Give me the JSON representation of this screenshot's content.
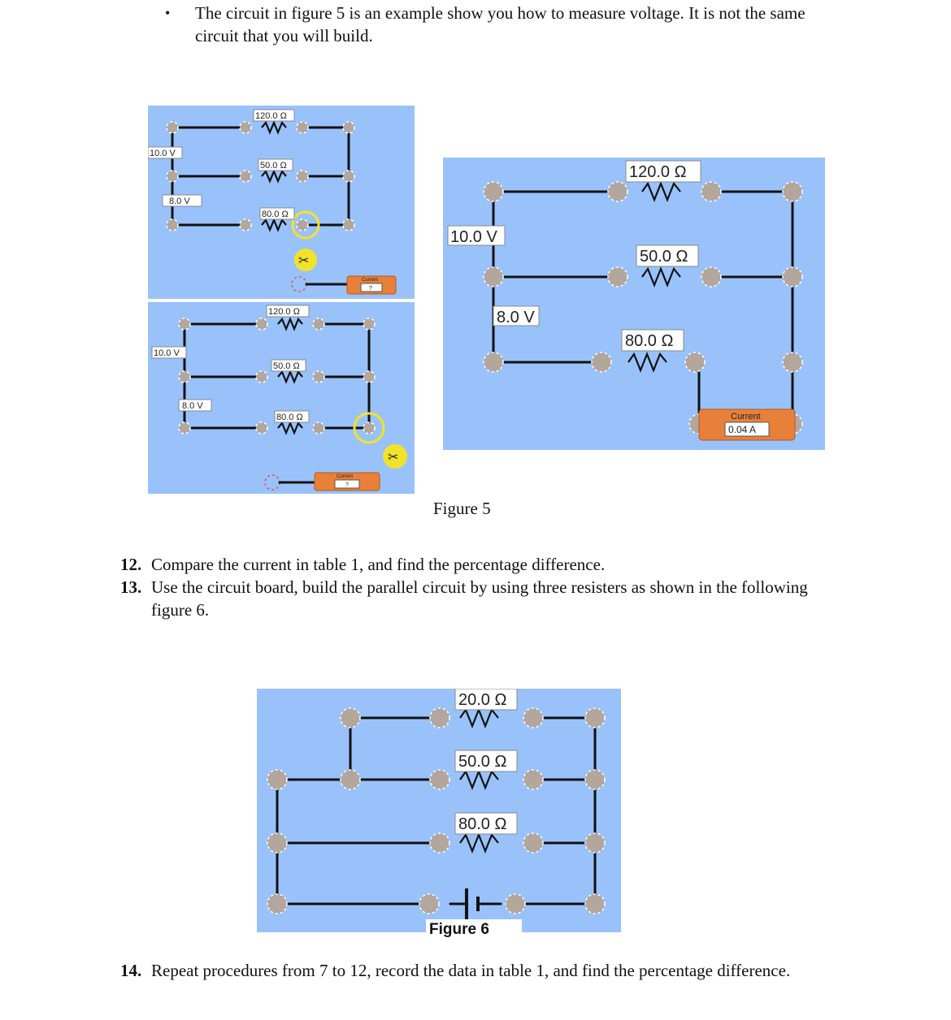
{
  "intro": {
    "bullet": "•",
    "line1": "The circuit in figure 5 is an example show you how to measure voltage. It is not the same",
    "line2": "circuit that you will build."
  },
  "fig5": {
    "small": {
      "r1": "120.0 Ω",
      "r2": "50.0 Ω",
      "r3": "80.0 Ω",
      "battery": "10.0 V",
      "voltmeter": "8.0 V",
      "ammeter_label": "Current",
      "ammeter_value": "?"
    },
    "large": {
      "r1": "120.0 Ω",
      "r2": "50.0 Ω",
      "r3": "80.0 Ω",
      "battery": "10.0 V",
      "voltmeter": "8.0 V",
      "ammeter_label": "Current",
      "ammeter_value": "0.04 A"
    },
    "caption": "Figure 5"
  },
  "steps": {
    "s12_num": "12.",
    "s12": "Compare the current in table 1, and find the percentage difference.",
    "s13_num": "13.",
    "s13_line1": "Use the circuit board, build the parallel circuit by using three resisters as shown in the following",
    "s13_line2": "figure 6."
  },
  "fig6": {
    "r1": "20.0 Ω",
    "r2": "50.0 Ω",
    "r3": "80.0 Ω",
    "caption": "Figure 6"
  },
  "final": {
    "s14_num": "14.",
    "s14": "Repeat procedures from 7 to 12, record the data in table 1, and find the percentage difference."
  },
  "colors": {
    "board_bg": "#99c2fb",
    "node": "#b3a69c",
    "ammeter": "#e8803a",
    "highlight": "#f3e22b"
  }
}
